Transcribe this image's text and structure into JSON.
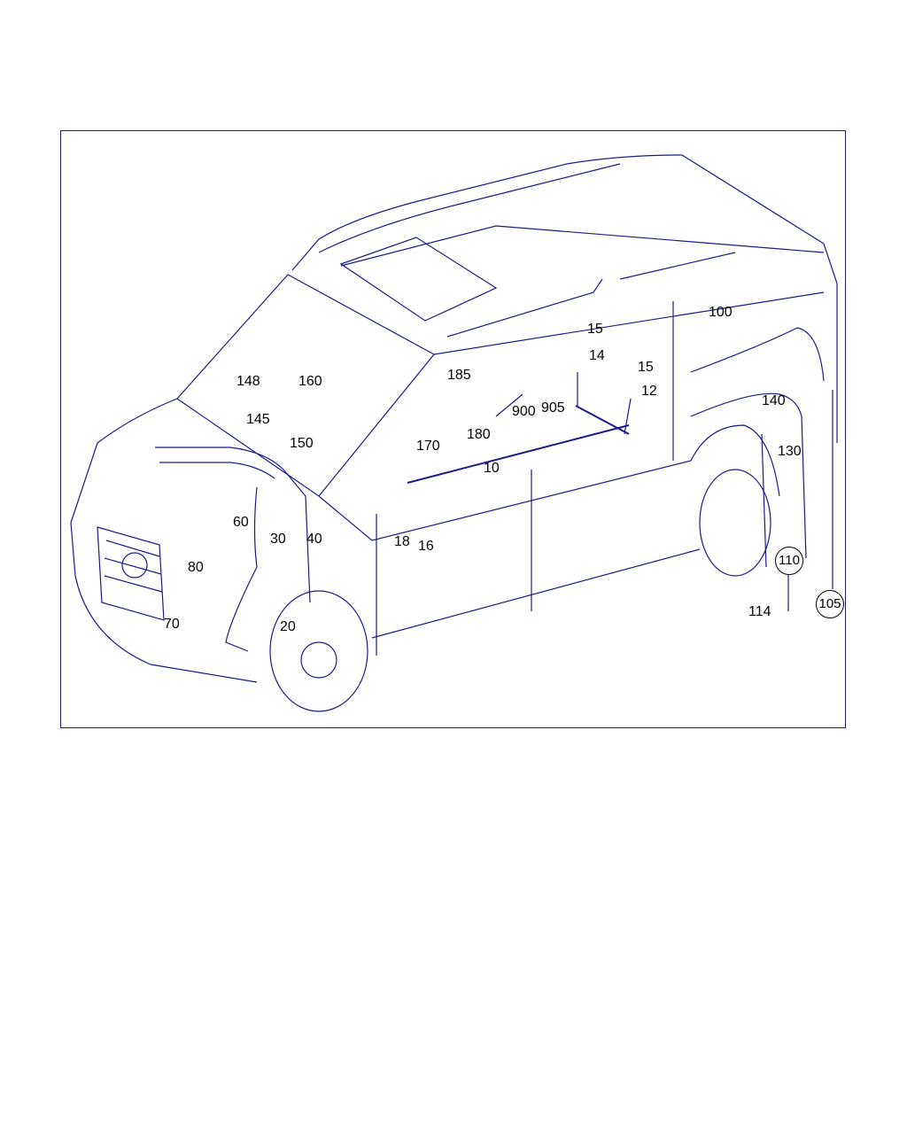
{
  "diagram": {
    "line_color": "#1a1a8a",
    "labels": {
      "l148": "148",
      "l160": "160",
      "l145": "145",
      "l150": "150",
      "l185": "185",
      "l900": "900",
      "l905": "905",
      "l180": "180",
      "l170": "170",
      "l15a": "15",
      "l14": "14",
      "l15b": "15",
      "l12": "12",
      "l100": "100",
      "l140": "140",
      "l130": "130",
      "l10": "10",
      "l60": "60",
      "l30": "30",
      "l40": "40",
      "l18": "18",
      "l16": "16",
      "l80": "80",
      "l110": "110",
      "l105": "105",
      "l114": "114",
      "l20": "20",
      "l70": "70"
    }
  }
}
